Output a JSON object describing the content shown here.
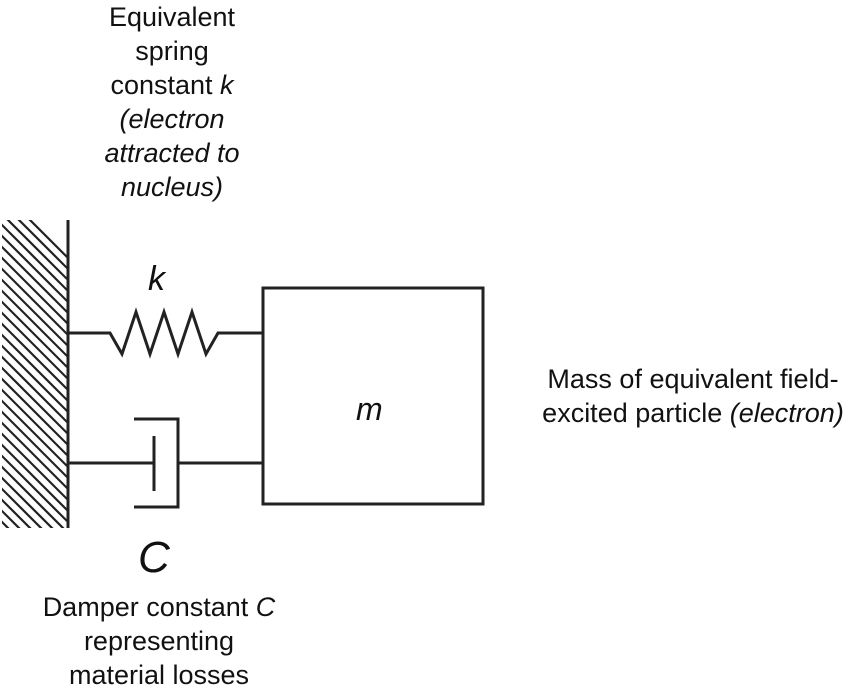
{
  "spring_caption": {
    "line1": "Equivalent",
    "line2": "spring",
    "line3_prefix": "constant ",
    "line3_symbol": "k",
    "line4": "(electron",
    "line5": "attracted to",
    "line6": "nucleus)"
  },
  "spring_symbol": "k",
  "mass_symbol": "m",
  "damper_symbol": "C",
  "mass_caption": {
    "line1": "Mass of equivalent field-",
    "line2_prefix": "excited particle ",
    "line2_italic": "(electron)"
  },
  "damper_caption": {
    "line1_prefix": "Damper constant ",
    "line1_symbol": "C",
    "line2": "representing",
    "line3": "material losses"
  }
}
